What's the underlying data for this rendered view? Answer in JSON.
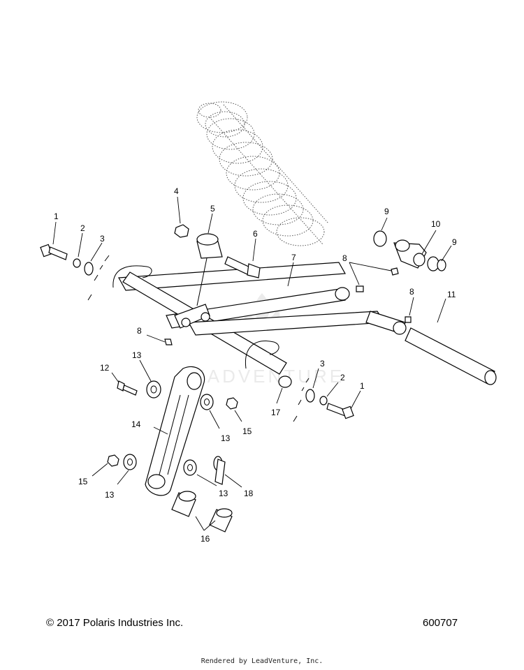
{
  "watermark": {
    "text": "LEADVENTURE"
  },
  "footer": {
    "copyright": "© 2017 Polaris Industries Inc.",
    "figure_number": "600707",
    "rendered_by": "Rendered by LeadVenture, Inc."
  },
  "callouts": {
    "c1a": "1",
    "c1b": "1",
    "c2a": "2",
    "c2b": "2",
    "c3a": "3",
    "c3b": "3",
    "c4": "4",
    "c5": "5",
    "c6": "6",
    "c7": "7",
    "c8a": "8",
    "c8b": "8",
    "c8c": "8",
    "c9a": "9",
    "c9b": "9",
    "c10": "10",
    "c11": "11",
    "c12": "12",
    "c13a": "13",
    "c13b": "13",
    "c13c": "13",
    "c13d": "13",
    "c14": "14",
    "c15a": "15",
    "c15b": "15",
    "c16": "16",
    "c17": "17",
    "c18": "18"
  }
}
